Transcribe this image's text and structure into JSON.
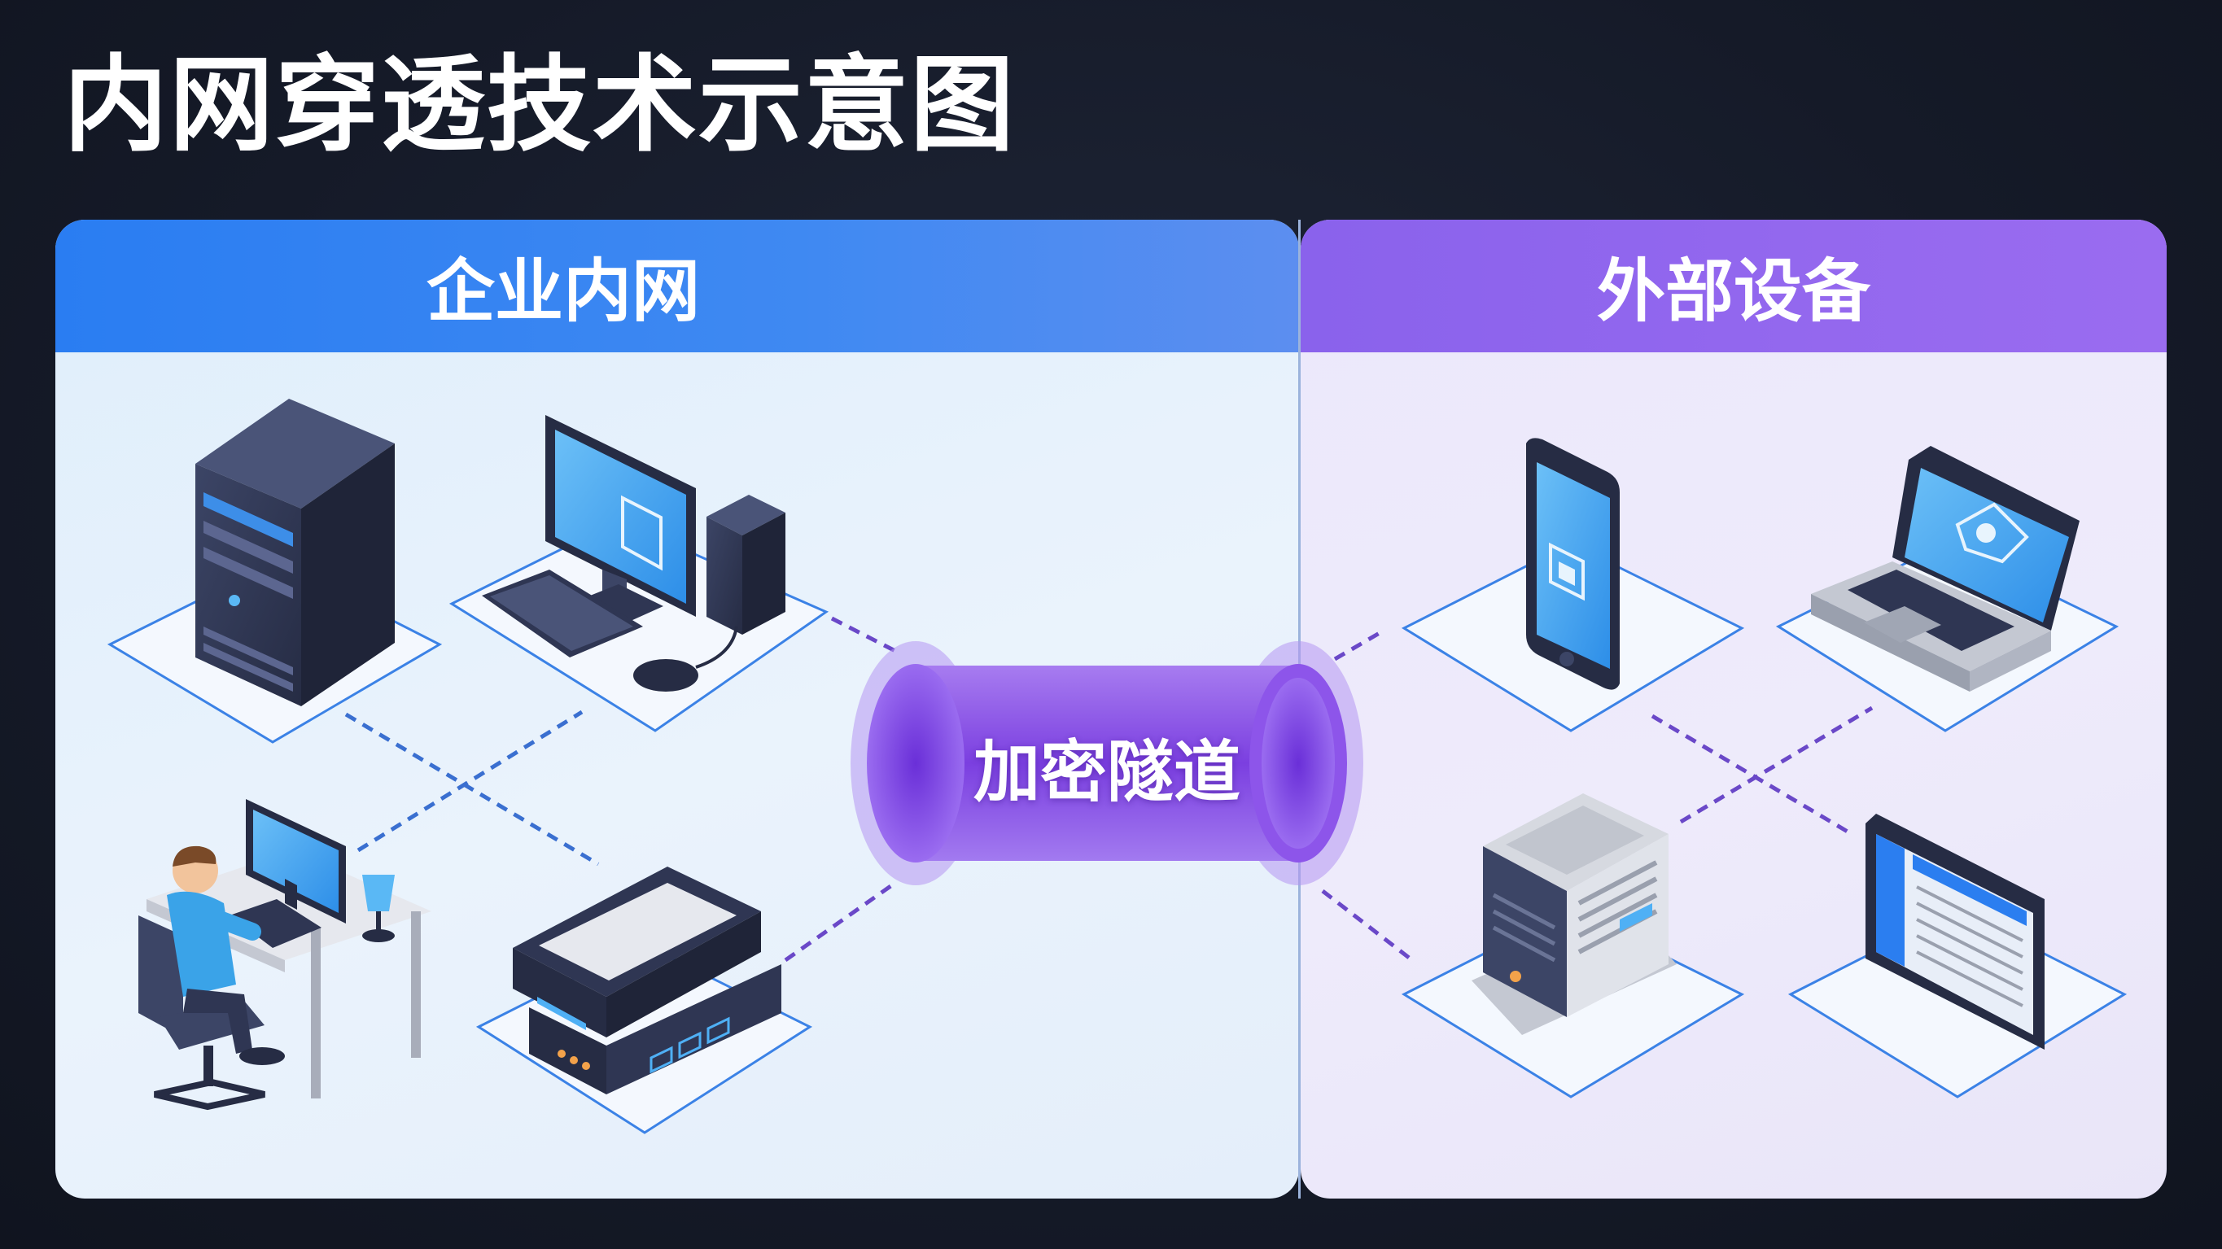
{
  "title": "内网穿透技术示意图",
  "panels": {
    "left": {
      "header": "企业内网"
    },
    "right": {
      "header": "外部设备"
    }
  },
  "tunnel": {
    "label": "加密隧道"
  },
  "icons": {
    "left": [
      "tower-server-icon",
      "desktop-computer-icon",
      "office-worker-icon",
      "network-router-icon"
    ],
    "right": [
      "smartphone-icon",
      "laptop-icon",
      "server-cabinet-icon",
      "tablet-icon"
    ]
  },
  "colors": {
    "background": "#151a28",
    "left_header": "#2a7df2",
    "right_header": "#8a62ec",
    "tunnel": "#7b3fe0",
    "dashed_line_blue": "#3a6fd0",
    "dashed_line_purple": "#6a48c8"
  }
}
